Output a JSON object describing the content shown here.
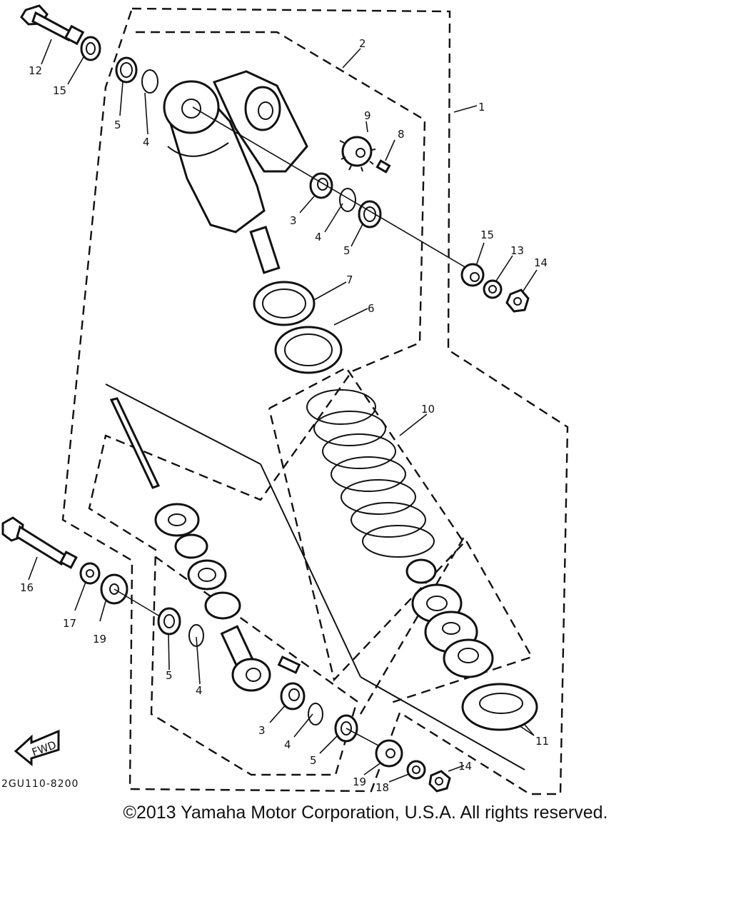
{
  "diagram": {
    "callouts": [
      "1",
      "2",
      "3",
      "4",
      "5",
      "6",
      "7",
      "8",
      "9",
      "10",
      "11",
      "12",
      "13",
      "14",
      "15",
      "16",
      "17",
      "18",
      "19"
    ],
    "direction_label": "FWD",
    "part_code": "2GU110-8200"
  },
  "footer": {
    "copyright": "©2013 Yamaha Motor Corporation, U.S.A. All rights reserved."
  }
}
